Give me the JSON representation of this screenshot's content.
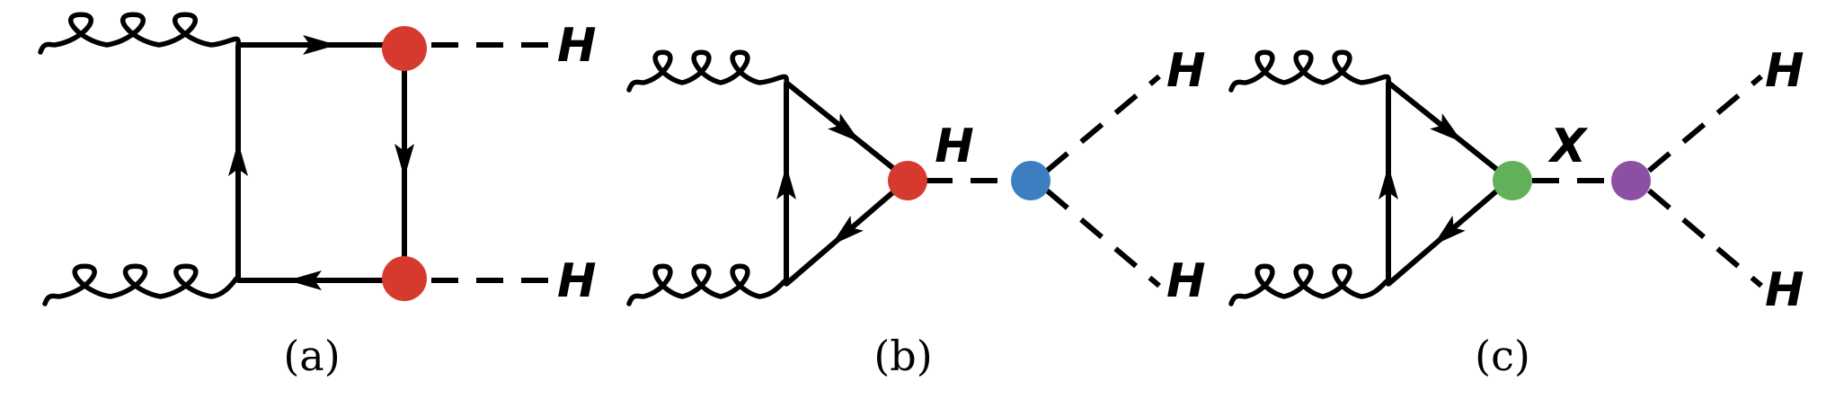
{
  "colors": {
    "vertex_red": "#d63a2f",
    "vertex_blue": "#3c7ebf",
    "vertex_green": "#63b05a",
    "vertex_purple": "#8b4fa3",
    "line": "#000000"
  },
  "diagrams": {
    "a": {
      "caption": "(a)",
      "higgs_top_label": "H",
      "higgs_bottom_label": "H"
    },
    "b": {
      "caption": "(b)",
      "propagator_label": "H",
      "higgs_top_label": "H",
      "higgs_bottom_label": "H"
    },
    "c": {
      "caption": "(c)",
      "propagator_label": "X",
      "higgs_top_label": "H",
      "higgs_bottom_label": "H"
    }
  }
}
